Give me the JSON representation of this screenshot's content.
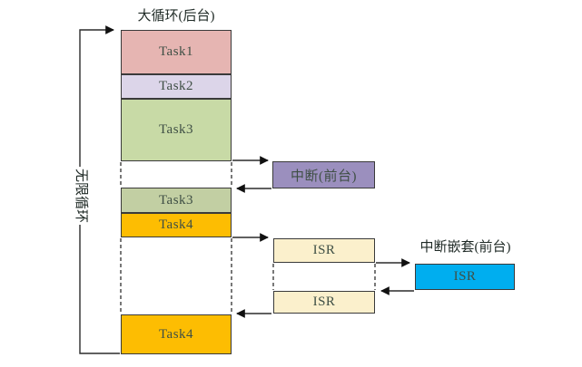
{
  "colors": {
    "task1": "#e6b5b2",
    "task2": "#dcd5e9",
    "task3_first": "#c8daa6",
    "task3_second": "#c2cfa3",
    "task4": "#fdbd02",
    "interrupt": "#9b8fbe",
    "isr": "#fbf0cc",
    "nested_isr": "#00aeef",
    "border": "#3a3a3a",
    "line": "#2b2b2b",
    "label_text": "#3f4f45"
  },
  "diagram": {
    "background_title": "大循环(后台)",
    "infinite_loop_label": "无限循环",
    "tasks": [
      {
        "label": "Task1"
      },
      {
        "label": "Task2"
      },
      {
        "label": "Task3"
      },
      {
        "label": "Task3"
      },
      {
        "label": "Task4"
      },
      {
        "label": "Task4"
      }
    ],
    "interrupt_label": "中断(前台)",
    "isr_top_label": "ISR",
    "isr_bottom_label": "ISR",
    "nested_title": "中断嵌套(前台)",
    "nested_isr_label": "ISR"
  }
}
